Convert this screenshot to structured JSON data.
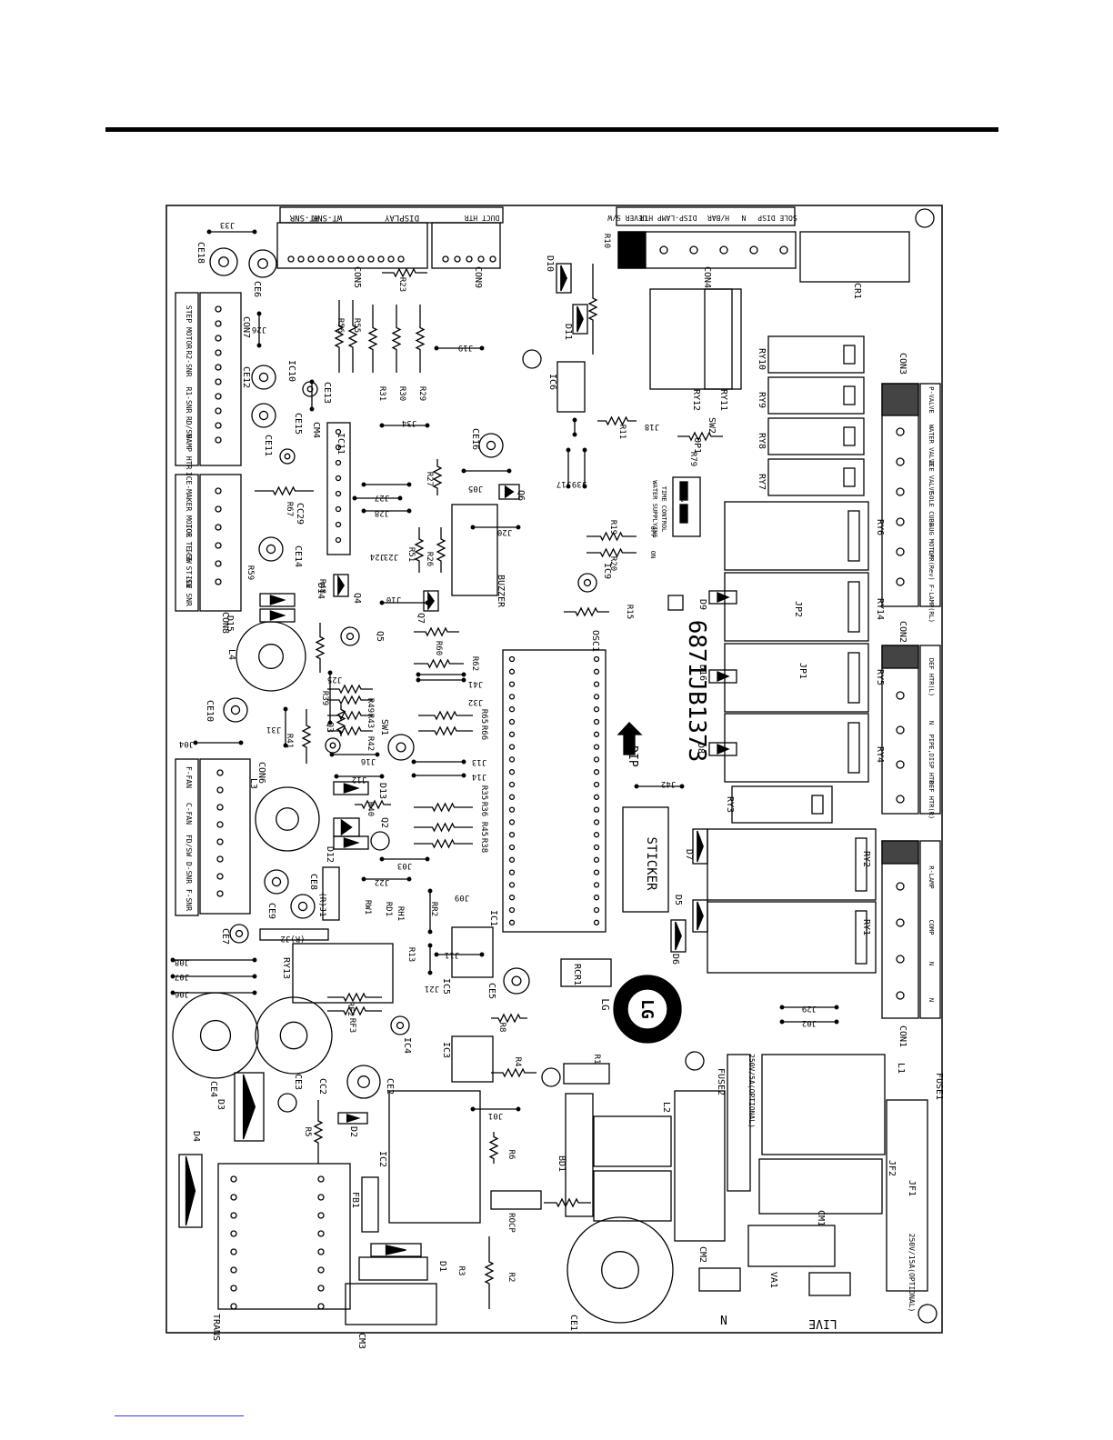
{
  "diagram": {
    "board_id": "6871JB1373",
    "logo_text": "LG",
    "sticker": "STICKER",
    "dip_label": "DIP",
    "water_supplying": [
      "WATER SUPPLYING",
      "TIME CONTROL"
    ],
    "on_off": [
      "ON",
      "OFF"
    ],
    "dip_numbers": [
      "1",
      "2"
    ],
    "fuse1_rating": "250V/15A(OPTIONAL)",
    "fuse2_rating": "250V/5A(OPTIONAL)",
    "tab1": "N",
    "tab2": "LIVE",
    "top_connectors": [
      "RT-SNR",
      "WT-SNR",
      "DISPLAY",
      "DUCT HTR"
    ],
    "top_right_connectors": [
      "LEVER S/W",
      "DISP-LAMP HTR",
      "H/BAR",
      "N",
      "SOLE DISP"
    ],
    "con7_labels": [
      "STEP MOTOR",
      "R2-SNR",
      "R1-SNR",
      "RD/SW",
      "DAMP HTR"
    ],
    "con8_labels": [
      "ICE-MAKER MOTOR",
      "ICE TE-SW",
      "ICE ST-SW",
      "ICE SNR"
    ],
    "con6_labels": [
      "F-FAN",
      "C-FAN",
      "FD/SW",
      "D-SNR",
      "F-SNR"
    ],
    "con3_labels": [
      "P-VALVE",
      "WATER VALVE",
      "ICE VALVE",
      "SOLE CUBE",
      "AUG MOTOR",
      "L/R(Rev) F-LAMP(RL)"
    ],
    "con2_labels": [
      "DEF HTR(L)",
      "N",
      "PIPE,DISP HTR",
      "DEF HTR(R)"
    ],
    "con1_labels": [
      "R-LAMP",
      "COMP",
      "N",
      "N"
    ],
    "connector_names": [
      "CON1",
      "CON2",
      "CON3",
      "CON4",
      "CON5",
      "CON6",
      "CON7",
      "CON8",
      "CON9",
      "CR1",
      "CM1",
      "CM2",
      "CM3",
      "TRANS"
    ],
    "relays": [
      "RY1",
      "RY2",
      "RY3",
      "RY4",
      "RY5",
      "RY6",
      "RY7",
      "RY8",
      "RY9",
      "RY10",
      "RY11",
      "RY12",
      "RY13",
      "RY14"
    ],
    "ics": [
      "IC1",
      "IC2",
      "IC3",
      "IC4",
      "IC5",
      "IC6",
      "IC9",
      "IC10",
      "IC11"
    ],
    "capacitors": [
      "CE1",
      "CE2",
      "CE3",
      "CE4",
      "CE5",
      "CE6",
      "CE7",
      "CE8",
      "CE9",
      "CE10",
      "CE11",
      "CE12",
      "CE13",
      "CE14",
      "CE15",
      "CE16",
      "CE18",
      "CC2",
      "CC29",
      "CM4"
    ],
    "diodes": [
      "D1",
      "D2",
      "D3",
      "D4",
      "D5",
      "D6",
      "D7",
      "D8",
      "D9",
      "D10",
      "D11",
      "D12",
      "D13",
      "D14",
      "D15",
      "D16"
    ],
    "inductors": [
      "L1",
      "L2",
      "L3",
      "L4",
      "FB1",
      "BD1"
    ],
    "fuses": [
      "FUSE1",
      "FUSE2",
      "JF1",
      "JF2",
      "VA1"
    ],
    "transistors": [
      "Q2",
      "Q3",
      "Q4",
      "Q5",
      "Q6",
      "Q7",
      "OSC1",
      "BUZZER",
      "RCR1",
      "SW1",
      "SW2",
      "OP1",
      "JP1",
      "JP2"
    ],
    "resistors": [
      "R1",
      "R2",
      "R3",
      "R4",
      "R5",
      "R6",
      "R8",
      "R10",
      "R11",
      "R13",
      "R15",
      "R19",
      "R20",
      "R23",
      "R26",
      "R27",
      "R29",
      "R30",
      "R31",
      "R35",
      "R36",
      "R38",
      "R39",
      "R40",
      "R41",
      "R42",
      "R43",
      "R45",
      "R48",
      "R49",
      "R51",
      "R55",
      "R56",
      "R59",
      "R60",
      "R62",
      "R65",
      "R66",
      "R67",
      "R79",
      "RF2",
      "RF3",
      "RD1",
      "RR2",
      "RH1",
      "RW1",
      "ROCP"
    ],
    "jumpers": [
      "J01",
      "J02",
      "J03",
      "J04",
      "J05",
      "J06",
      "J07",
      "J08",
      "J09",
      "J10",
      "J11",
      "J12",
      "J13",
      "J14",
      "J16",
      "J17",
      "J18",
      "J19",
      "J20",
      "J21",
      "J22",
      "J23",
      "J24",
      "J25",
      "J26",
      "J27",
      "J28",
      "J29",
      "J31",
      "J32",
      "J33",
      "J34",
      "J39",
      "J41",
      "J42"
    ],
    "jump_notes": [
      "(R)J1",
      "(R)J2"
    ]
  }
}
